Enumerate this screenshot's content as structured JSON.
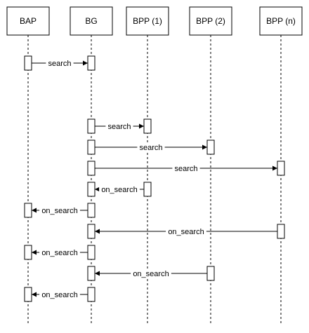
{
  "participants": [
    {
      "id": "bap",
      "label": "BAP"
    },
    {
      "id": "bg",
      "label": "BG"
    },
    {
      "id": "bpp1",
      "label": "BPP (1)"
    },
    {
      "id": "bpp2",
      "label": "BPP (2)"
    },
    {
      "id": "bppn",
      "label": "BPP (n)"
    }
  ],
  "messages": [
    {
      "from": "bap",
      "to": "bg",
      "label": "search"
    },
    {
      "from": "bg",
      "to": "bpp1",
      "label": "search"
    },
    {
      "from": "bg",
      "to": "bpp2",
      "label": "search"
    },
    {
      "from": "bg",
      "to": "bppn",
      "label": "search"
    },
    {
      "from": "bpp1",
      "to": "bg",
      "label": "on_search"
    },
    {
      "from": "bg",
      "to": "bap",
      "label": "on_search"
    },
    {
      "from": "bppn",
      "to": "bg",
      "label": "on_search"
    },
    {
      "from": "bg",
      "to": "bap",
      "label": "on_search"
    },
    {
      "from": "bpp2",
      "to": "bg",
      "label": "on_search"
    },
    {
      "from": "bg",
      "to": "bap",
      "label": "on_search"
    }
  ]
}
